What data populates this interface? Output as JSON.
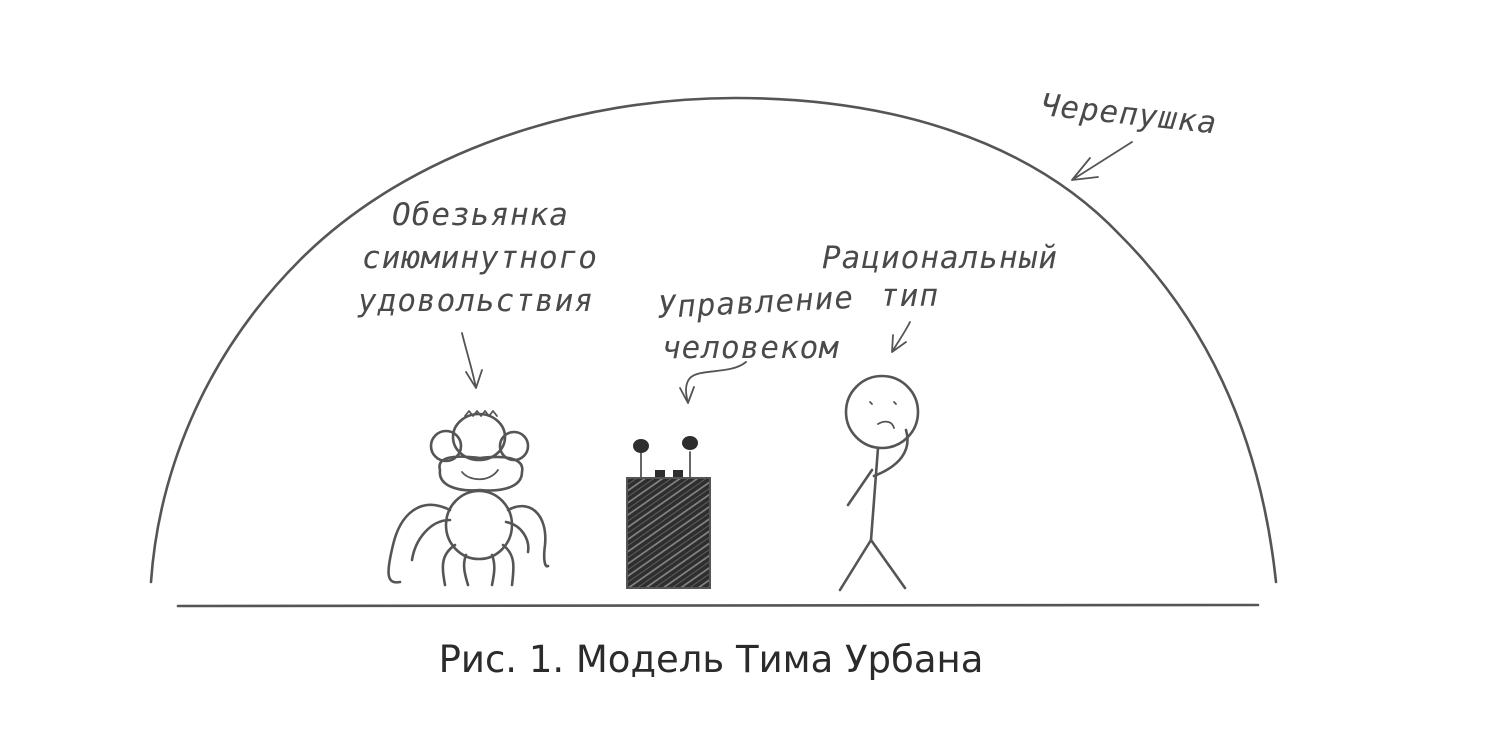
{
  "diagram": {
    "labels": {
      "skull": "Черепушка",
      "monkey_line1": "Обезьянка",
      "monkey_line2": "сиюминутного",
      "monkey_line3": "удовольствия",
      "control_line1": "Управление",
      "control_line2": "человеком",
      "rational_line1": "Рациональный",
      "rational_line2": "тип"
    },
    "caption": "Рис. 1. Модель Тима Урбана",
    "colors": {
      "stroke": "#555555",
      "text": "#4a4a4a",
      "panel": "#3a3a3a",
      "background": "#ffffff"
    }
  }
}
